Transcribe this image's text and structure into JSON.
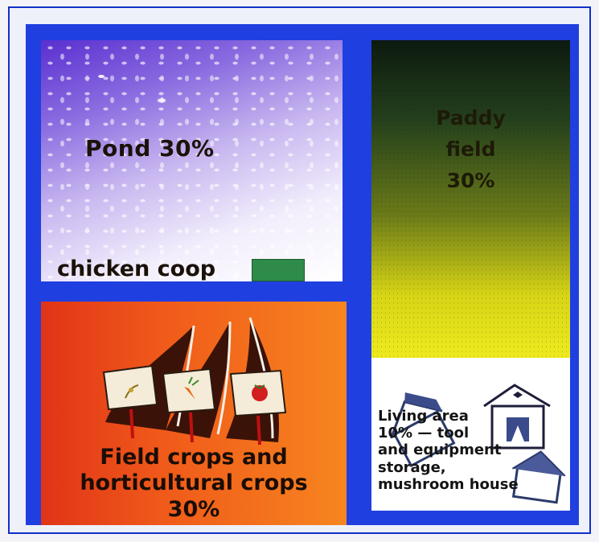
{
  "pond": {
    "label": "Pond 30%"
  },
  "chicken_coop": {
    "label": "chicken coop",
    "color": "#2e8b4a"
  },
  "paddy": {
    "label": "Paddy\nfield\n30%"
  },
  "crops": {
    "label": "Field crops and\nhorticultural crops\n30%"
  },
  "living": {
    "label": "Living area\n10% — tool\nand equipment\nstorage,\nmushroom house"
  },
  "colors": {
    "frame": "#1f3fe0",
    "pond": "#7a5ad8",
    "paddy": "#d6d416",
    "crops": "#f05a1a",
    "living": "#ffffff"
  },
  "icons": [
    "crop-sack-icon",
    "carrot-icon",
    "tomato-icon",
    "house-icon"
  ]
}
